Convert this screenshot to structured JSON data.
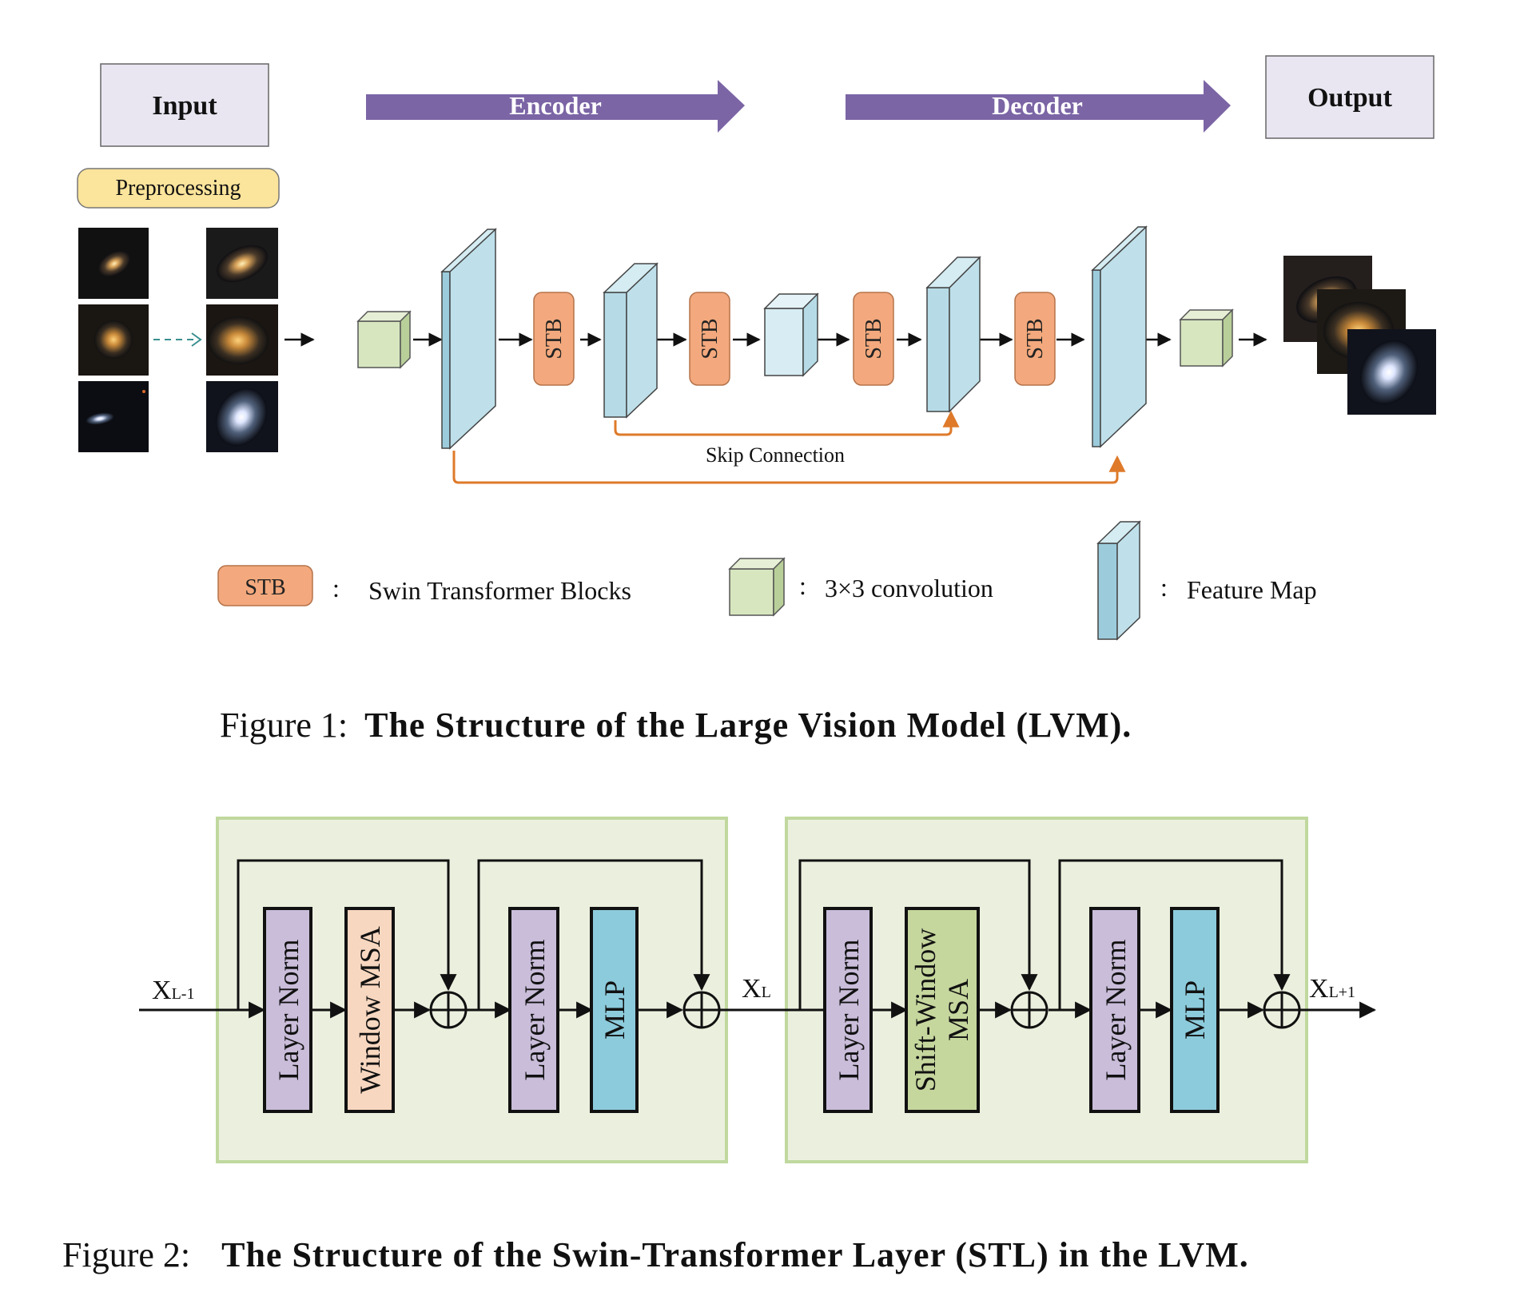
{
  "figure1": {
    "input_label": "Input",
    "output_label": "Output",
    "encoder_label": "Encoder",
    "decoder_label": "Decoder",
    "preprocessing_label": "Preprocessing",
    "stb_label": "STB",
    "skip_label": "Skip Connection",
    "legend": {
      "stb_box": "STB",
      "stb_desc": "Swin Transformer Blocks",
      "conv_desc": "3×3 convolution",
      "feature_desc": "Feature Map",
      "sep": ":"
    },
    "caption_prefix": "Figure 1:",
    "caption_title": "The Structure of the Large Vision Model (LVM)."
  },
  "figure2": {
    "layer_norm": "Layer Norm",
    "window_msa": "Window MSA",
    "shift_window_msa_line1": "Shift-Window",
    "shift_window_msa_line2": "MSA",
    "mlp": "MLP",
    "x_prev_main": "X",
    "x_prev_sub": "L-1",
    "x_mid_main": "X",
    "x_mid_sub": "L",
    "x_next_main": "X",
    "x_next_sub": "L+1",
    "caption_prefix": "Figure 2:",
    "caption_title": "The Structure of the Swin-Transformer Layer (STL) in the LVM."
  },
  "colors": {
    "arrow_purple": "#7b65a5",
    "header_box": "#e9e6f1",
    "preprocessing": "#fbe49b",
    "stb": "#f3a97d",
    "feature_front": "#bfe0ea",
    "feature_side": "#9cccdc",
    "conv_front": "#d7e6bf",
    "skip": "#de7a2a",
    "stl_bg": "#ebf0de",
    "stl_border": "#c0d89e",
    "layer_norm": "#c9bdda",
    "window_msa": "#f8d7c0",
    "shift_msa": "#c6d79e",
    "mlp": "#8ccbdc"
  }
}
